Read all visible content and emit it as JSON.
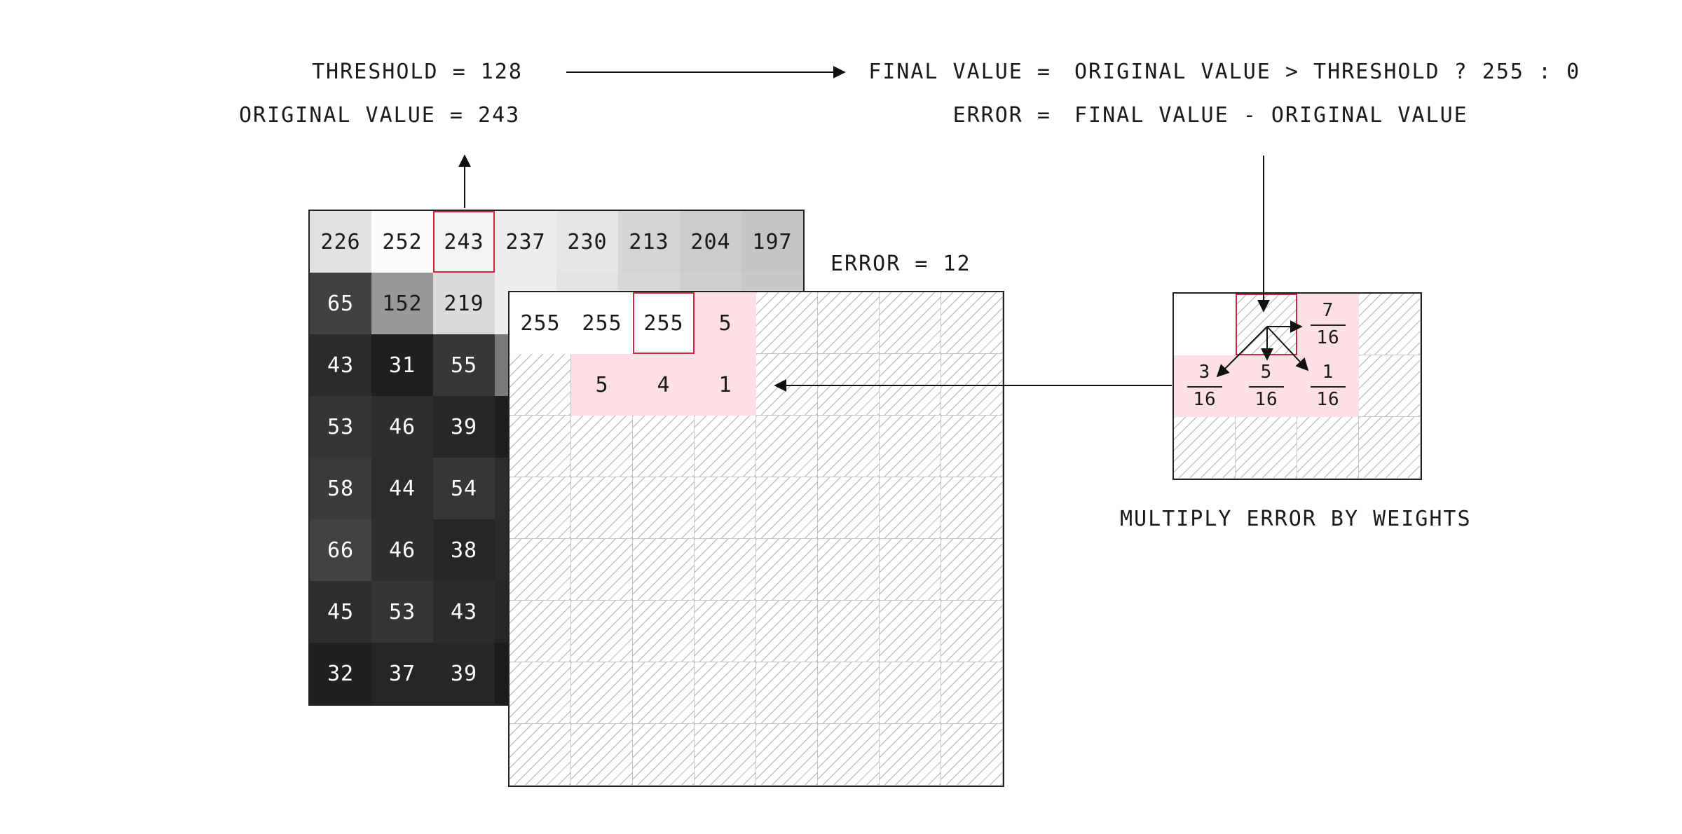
{
  "labels": {
    "threshold": "THRESHOLD = 128",
    "original_value": "ORIGINAL VALUE = 243",
    "final_value_label": "FINAL VALUE =",
    "final_value_formula": "ORIGINAL VALUE > THRESHOLD ? 255 : 0",
    "error_label": "ERROR =",
    "error_formula": "FINAL VALUE - ORIGINAL VALUE",
    "error_value": "ERROR = 12",
    "multiply_caption": "MULTIPLY ERROR BY WEIGHTS"
  },
  "source_grid": {
    "rows": [
      [
        "226",
        "252",
        "243",
        "237",
        "230",
        "213",
        "204",
        "197"
      ],
      [
        "65",
        "152",
        "219",
        "",
        "",
        "",
        "",
        ""
      ],
      [
        "43",
        "31",
        "55",
        "",
        "",
        "",
        "",
        ""
      ],
      [
        "53",
        "46",
        "39",
        "",
        "",
        "",
        "",
        ""
      ],
      [
        "58",
        "44",
        "54",
        "",
        "",
        "",
        "",
        ""
      ],
      [
        "66",
        "46",
        "38",
        "",
        "",
        "",
        "",
        ""
      ],
      [
        "45",
        "53",
        "43",
        "",
        "",
        "",
        "",
        ""
      ],
      [
        "32",
        "37",
        "39",
        "",
        "",
        "",
        "",
        ""
      ]
    ],
    "shades": [
      [
        "#e2e2e2",
        "#fcfcfc",
        "#f3f3f3",
        "#ededed",
        "#e6e6e6",
        "#d5d5d5",
        "#cccccc",
        "#c5c5c5"
      ],
      [
        "#414141",
        "#989898",
        "#dbdbdb",
        "#eeeeee",
        "#e3e3e3",
        "#d8d8d8",
        "#cfcfcf",
        "#c8c8c8"
      ],
      [
        "#2b2b2b",
        "#1f1f1f",
        "#373737",
        "#7a7a7a",
        "#3a3a3a",
        "#343434",
        "#303030",
        "#2e2e2e"
      ],
      [
        "#353535",
        "#2e2e2e",
        "#272727",
        "#1e1e1e",
        "#2a2a2a",
        "#2a2a2a",
        "#2a2a2a",
        "#2a2a2a"
      ],
      [
        "#3a3a3a",
        "#2c2c2c",
        "#363636",
        "#2c2c2c",
        "#2c2c2c",
        "#2c2c2c",
        "#2c2c2c",
        "#2c2c2c"
      ],
      [
        "#424242",
        "#2e2e2e",
        "#262626",
        "#2a2a2a",
        "#2a2a2a",
        "#2a2a2a",
        "#2a2a2a",
        "#2a2a2a"
      ],
      [
        "#2d2d2d",
        "#353535",
        "#2b2b2b",
        "#262626",
        "#262626",
        "#262626",
        "#262626",
        "#262626"
      ],
      [
        "#202020",
        "#252525",
        "#272727",
        "#1c1c1c",
        "#1c1c1c",
        "#1c1c1c",
        "#1c1c1c",
        "#1c1c1c"
      ]
    ],
    "selected": [
      0,
      2
    ]
  },
  "output_grid": {
    "rows": [
      [
        "255",
        "255",
        "255",
        "5",
        "",
        "",
        "",
        ""
      ],
      [
        "",
        "5",
        "4",
        "1",
        "",
        "",
        "",
        ""
      ]
    ],
    "cell_types": [
      [
        "plain",
        "plain",
        "plain",
        "pink",
        "hatch",
        "hatch",
        "hatch",
        "hatch"
      ],
      [
        "hatch",
        "pink",
        "pink",
        "pink",
        "hatch",
        "hatch",
        "hatch",
        "hatch"
      ]
    ],
    "selected": [
      0,
      2
    ]
  },
  "kernel": {
    "cells": [
      [
        {
          "type": "plain"
        },
        {
          "type": "hatch",
          "selected": true
        },
        {
          "type": "pink",
          "num": "7",
          "den": "16"
        },
        {
          "type": "hatch"
        }
      ],
      [
        {
          "type": "pink",
          "num": "3",
          "den": "16"
        },
        {
          "type": "pink",
          "num": "5",
          "den": "16"
        },
        {
          "type": "pink",
          "num": "1",
          "den": "16"
        },
        {
          "type": "hatch"
        }
      ],
      [
        {
          "type": "hatch"
        },
        {
          "type": "hatch"
        },
        {
          "type": "hatch"
        },
        {
          "type": "hatch"
        }
      ]
    ]
  },
  "colors": {
    "highlight": "#d22640",
    "pink_fill": "#fde0e3",
    "text_light": "#ffffff",
    "text_dark": "#1a1a1a"
  }
}
